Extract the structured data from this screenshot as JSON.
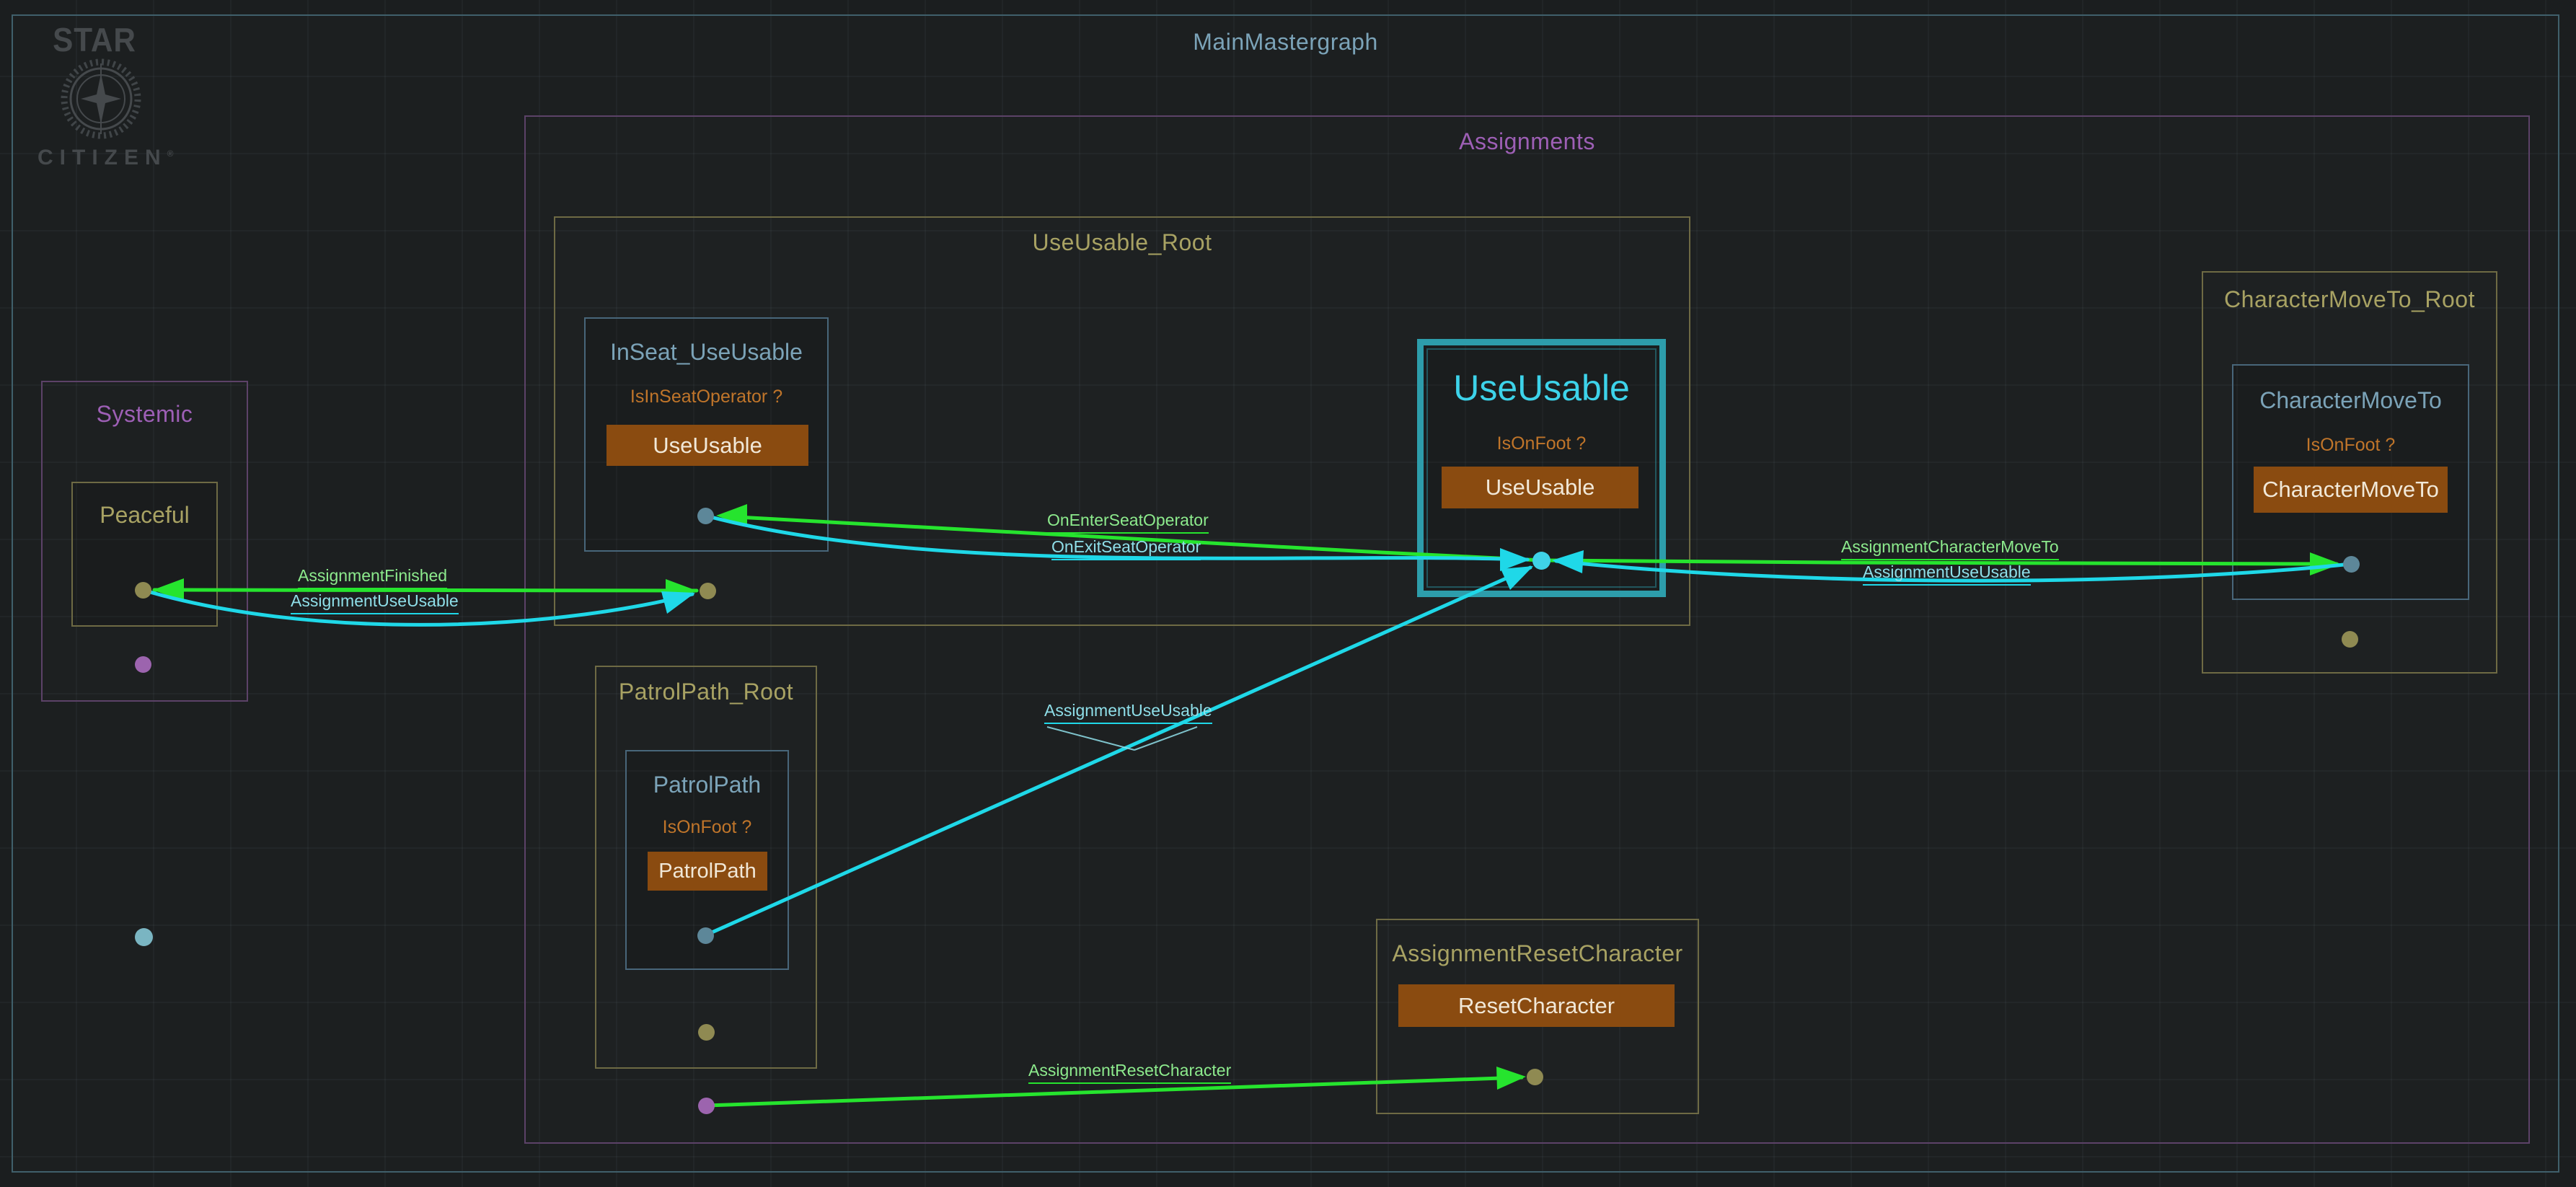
{
  "colors": {
    "edge-green": "#26e42e",
    "edge-cyan": "#1fd8e8",
    "label-green": "#8deb8d",
    "label-cyan": "#8fdfe9",
    "border-mm": "#40606b",
    "border-purple": "#5c4268",
    "border-olive": "#6e6a44",
    "border-steel": "#48667a",
    "border-selected": "#2d9dab",
    "title-steel": "#7ba3b8",
    "title-purple": "#9d5fb5",
    "title-olive": "#a8a263",
    "title-cyan": "#3dd3ea",
    "cond-orange": "#c0752a",
    "button-bg": "#8a4b10",
    "button-text": "#f1e8d8",
    "port-olive": "#8f8a52",
    "port-steel": "#5d8799",
    "port-purple": "#9c64ae",
    "port-cyan": "#3fd2e8",
    "port-dot": "#7ab5c2",
    "logo-gray": "#45494c"
  },
  "logo": {
    "line1": "STAR",
    "line2": "CITIZEN",
    "reg": "®"
  },
  "graph": {
    "title": "MainMastergraph",
    "containers": {
      "assignments": {
        "label": "Assignments"
      },
      "systemic": {
        "label": "Systemic"
      },
      "useusable_root": {
        "label": "UseUsable_Root"
      },
      "patrolpath_root": {
        "label": "PatrolPath_Root"
      },
      "charactermoveto_root": {
        "label": "CharacterMoveTo_Root"
      },
      "assignment_reset_character": {
        "label": "AssignmentResetCharacter"
      }
    },
    "nodes": {
      "peaceful": {
        "title": "Peaceful"
      },
      "inseat_useusable": {
        "title": "InSeat_UseUsable",
        "condition": "IsInSeatOperator ?",
        "action": "UseUsable"
      },
      "useusable": {
        "title": "UseUsable",
        "condition": "IsOnFoot ?",
        "action": "UseUsable",
        "selected": true
      },
      "patrolpath": {
        "title": "PatrolPath",
        "condition": "IsOnFoot ?",
        "action": "PatrolPath"
      },
      "charactermoveto": {
        "title": "CharacterMoveTo",
        "condition": "IsOnFoot ?",
        "action": "CharacterMoveTo"
      },
      "reset_character": {
        "action": "ResetCharacter"
      }
    },
    "edge_labels": {
      "on_enter_seat_operator": "OnEnterSeatOperator",
      "on_exit_seat_operator": "OnExitSeatOperator",
      "assignment_character_moveto": "AssignmentCharacterMoveTo",
      "assignment_useusable_right": "AssignmentUseUsable",
      "assignment_finished": "AssignmentFinished",
      "assignment_useusable_left": "AssignmentUseUsable",
      "assignment_useusable_diagonal": "AssignmentUseUsable",
      "assignment_reset_character": "AssignmentResetCharacter"
    }
  }
}
